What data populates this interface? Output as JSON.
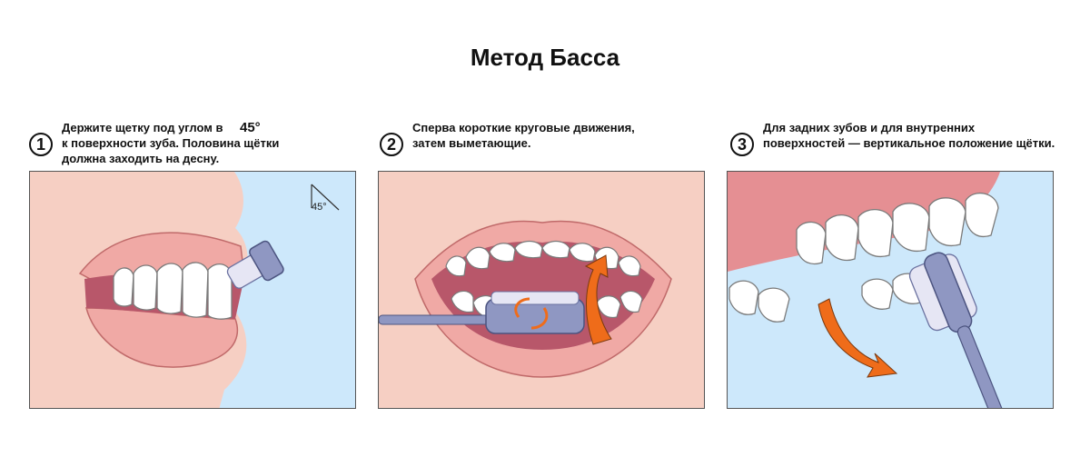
{
  "title": "Метод Басса",
  "steps": [
    {
      "number": "1",
      "lines": [
        "Держите щетку под углом в",
        "к поверхности зуба. Половина щётки",
        "должна заходить на десну."
      ],
      "angle_value": "45°",
      "figure_angle_label": "45°"
    },
    {
      "number": "2",
      "lines": [
        "Сперва короткие круговые движения,",
        "затем выметающие."
      ]
    },
    {
      "number": "3",
      "lines": [
        "Для задних зубов и для внутренних",
        "поверхностей — вертикальное положение щётки."
      ]
    }
  ],
  "colors": {
    "skin": "#f6cfc3",
    "lips": "#f0a9a5",
    "gum": "#e58f93",
    "mouth_inside": "#b8576a",
    "teeth": "#ffffff",
    "air": "#cde8fb",
    "brush": "#8f97c2",
    "bristles": "#e6e6f4",
    "arrow": "#ef6c1a"
  }
}
